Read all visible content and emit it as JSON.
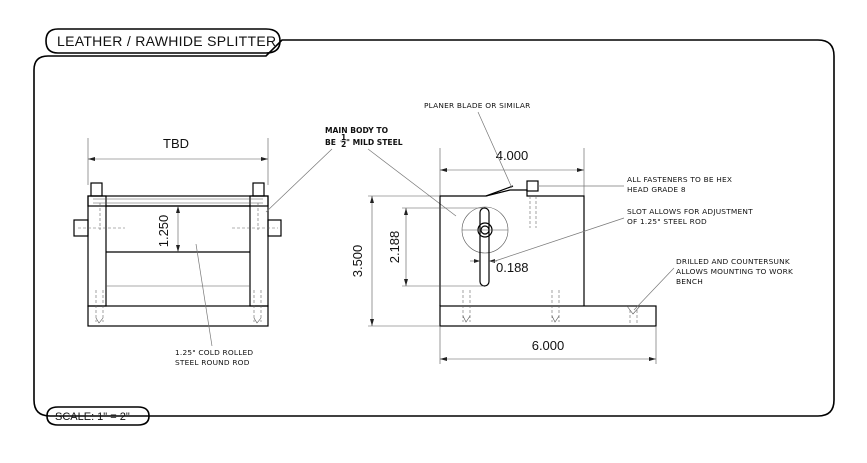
{
  "title": "LEATHER / RAWHIDE SPLITTER",
  "scale": "SCALE:  1\" = 2\"",
  "dimensions": {
    "front_width": "TBD",
    "front_rod_height": "1.250",
    "side_top_width": "4.000",
    "side_height": "3.500",
    "side_inner_height": "2.188",
    "slot_width": "0.188",
    "side_base_width": "6.000"
  },
  "notes": {
    "main_body_line1": "MAIN BODY TO",
    "main_body_line2_a": "BE ",
    "main_body_fraction_num": "1",
    "main_body_fraction_den": "2",
    "main_body_line2_b": "\" MILD STEEL",
    "rod_line1": "1.25\" COLD ROLLED",
    "rod_line2": "STEEL ROUND ROD",
    "blade": "PLANER BLADE OR SIMILAR",
    "fasteners_line1": "ALL FASTENERS TO BE HEX",
    "fasteners_line2": "HEAD GRADE 8",
    "slot_line1": "SLOT ALLOWS FOR ADJUSTMENT",
    "slot_line2": "OF 1.25\" STEEL ROD",
    "drilled_line1": "DRILLED AND COUNTERSUNK",
    "drilled_line2": "ALLOWS MOUNTING TO WORK",
    "drilled_line3": "BENCH"
  }
}
